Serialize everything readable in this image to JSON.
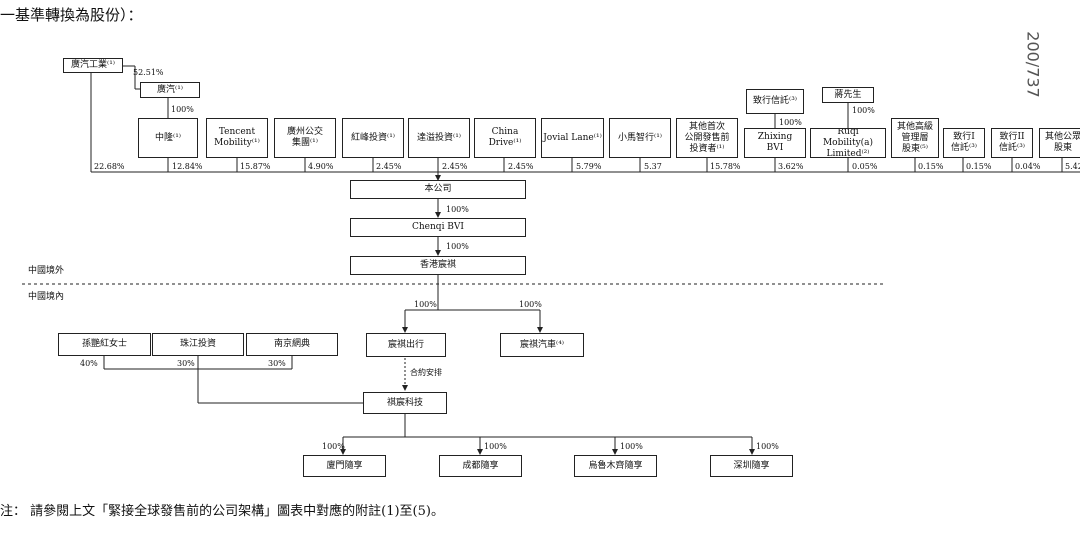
{
  "header_text": "一基準轉換為股份）：",
  "page_number": "200/737",
  "footnote": "注：  請參閱上文「緊接全球發售前的公司架構」圖表中對應的附註(1)至(5)。",
  "regions": {
    "outside": "中國境外",
    "inside": "中國境內"
  },
  "gac_industry": {
    "label": "廣汽工業⁽¹⁾",
    "to_gac_pct": "52.51%",
    "direct_pct": "22.68%"
  },
  "gac": {
    "label": "廣汽⁽¹⁾",
    "to_zhonglong_pct": "100%"
  },
  "zhixing_parent": {
    "label": "致行信託⁽³⁾",
    "pct": "100%"
  },
  "jiang": {
    "label": "蔣先生",
    "pct": "100%"
  },
  "shareholders": [
    {
      "label": "中隆⁽¹⁾",
      "pct": "12.84%"
    },
    {
      "label": "Tencent\nMobility⁽¹⁾",
      "pct": "15.87%"
    },
    {
      "label": "廣州公交\n集團⁽¹⁾",
      "pct": "4.90%"
    },
    {
      "label": "紅峰投資⁽¹⁾",
      "pct": "2.45%"
    },
    {
      "label": "達溢投資⁽¹⁾",
      "pct": "2.45%"
    },
    {
      "label": "China Drive⁽¹⁾",
      "pct": "2.45%"
    },
    {
      "label": "Jovial Lane⁽¹⁾",
      "pct": "5.79%"
    },
    {
      "label": "小馬智行⁽¹⁾",
      "pct": "5.37"
    },
    {
      "label": "其他首次\n公開發售前\n投資者⁽¹⁾",
      "pct": "15.78%"
    },
    {
      "label": "Zhixing\nBVI",
      "pct": "3.62%"
    },
    {
      "label": "Ruqi Mobility(a)\nLimited⁽²⁾",
      "pct": "0.05%"
    },
    {
      "label": "其他高級\n管理層\n股東⁽⁵⁾",
      "pct": "0.15%"
    },
    {
      "label": "致行I\n信託⁽³⁾",
      "pct": "0.15%"
    },
    {
      "label": "致行II\n信託⁽³⁾",
      "pct": "0.04%"
    },
    {
      "label": "其他公眾\n股東",
      "pct": "5.42"
    }
  ],
  "company": {
    "label": "本公司",
    "to_chenqi_pct": "100%"
  },
  "chenqi_bvi": {
    "label": "Chenqi BVI",
    "to_hk_pct": "100%"
  },
  "hk_chenqi": {
    "label": "香港宸祺",
    "to_chuxing_pct": "100%",
    "to_qiche_pct": "100%"
  },
  "chenqi_chuxing": {
    "label": "宸祺出行",
    "contract_label": "合約安排"
  },
  "chenqi_qiche": {
    "label": "宸祺汽車⁽⁴⁾"
  },
  "sun": {
    "label": "孫艷紅女士",
    "pct": "40%"
  },
  "zhujiang": {
    "label": "珠江投資",
    "pct": "30%"
  },
  "nanjing": {
    "label": "南京網典",
    "pct": "30%"
  },
  "qichen_tech": {
    "label": "祺宸科技"
  },
  "subsidiaries": [
    {
      "label": "廈門隨享",
      "pct": "100%"
    },
    {
      "label": "成都隨享",
      "pct": "100%"
    },
    {
      "label": "烏魯木齊隨享",
      "pct": "100%"
    },
    {
      "label": "深圳隨享",
      "pct": "100%"
    }
  ]
}
